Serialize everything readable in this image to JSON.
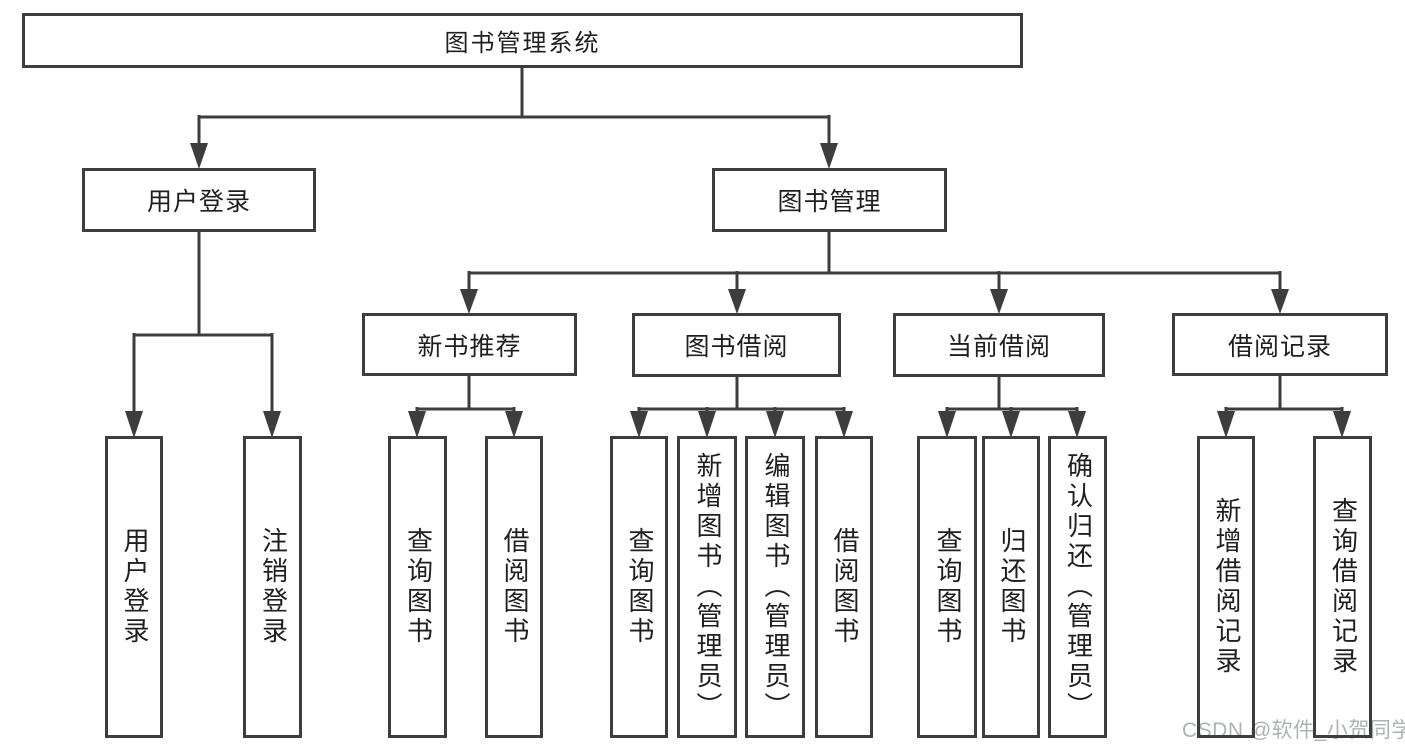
{
  "diagram": {
    "title": "图书管理系统",
    "type": "hierarchy-tree",
    "colors": {
      "line": "#3d3d3d",
      "box_border": "#3d3d3d",
      "box_background": "#ffffff",
      "text": "#1f1f1f",
      "watermark": "#aeb2b6"
    },
    "root": {
      "label": "图书管理系统",
      "children": [
        {
          "label": "用户登录",
          "children": [
            {
              "label": "用户登录"
            },
            {
              "label": "注销登录"
            }
          ]
        },
        {
          "label": "图书管理",
          "children": [
            {
              "label": "新书推荐",
              "children": [
                {
                  "label": "查询图书"
                },
                {
                  "label": "借阅图书"
                }
              ]
            },
            {
              "label": "图书借阅",
              "children": [
                {
                  "label": "查询图书"
                },
                {
                  "label": "新增图书（管理员）"
                },
                {
                  "label": "编辑图书（管理员）"
                },
                {
                  "label": "借阅图书"
                }
              ]
            },
            {
              "label": "当前借阅",
              "children": [
                {
                  "label": "查询图书"
                },
                {
                  "label": "归还图书"
                },
                {
                  "label": "确认归还（管理员）"
                }
              ]
            },
            {
              "label": "借阅记录",
              "children": [
                {
                  "label": "新增借阅记录"
                },
                {
                  "label": "查询借阅记录"
                }
              ]
            }
          ]
        }
      ]
    },
    "watermark": "CSDN @软件_小贺同学"
  }
}
